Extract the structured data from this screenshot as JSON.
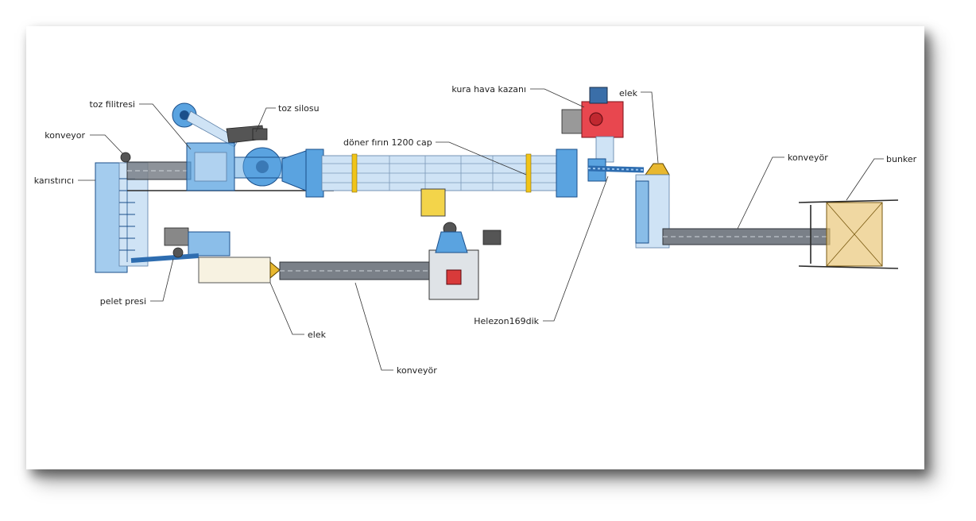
{
  "labels": {
    "toz_filitresi": "toz filitresi",
    "toz_silosu": "toz silosu",
    "konveyor_left": "konveyor",
    "karistirici": "karıstırıcı",
    "doner_firin": "döner fırın 1200 cap",
    "kura_hava_kazani": "kura hava kazanı",
    "elek_top": "elek",
    "konveyor_right": "konveyör",
    "bunker": "bunker",
    "pelet_presi": "pelet presi",
    "elek_bottom": "elek",
    "konveyor_bottom": "konveyör",
    "helezon": "Helezon169dik"
  },
  "colors": {
    "equipment_blue": "#5aa3e0",
    "glass_blue": "#cfe3f5",
    "heater_red": "#e8474f",
    "ring_yellow": "#f0c419",
    "bunker_tan": "#e9c77a"
  }
}
